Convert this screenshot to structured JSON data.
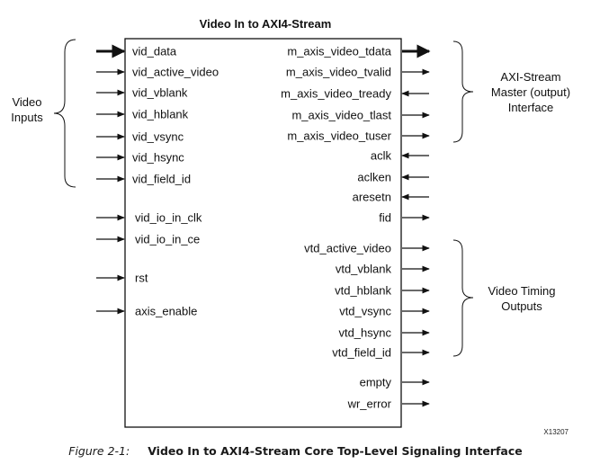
{
  "block": {
    "title": "Video In to AXI4-Stream",
    "code": "X13207"
  },
  "inputs": [
    {
      "name": "vid_data",
      "bus": true
    },
    {
      "name": "vid_active_video",
      "bus": false
    },
    {
      "name": "vid_vblank",
      "bus": false
    },
    {
      "name": "vid_hblank",
      "bus": false
    },
    {
      "name": "vid_vsync",
      "bus": false
    },
    {
      "name": "vid_hsync",
      "bus": false
    },
    {
      "name": "vid_field_id",
      "bus": false
    },
    {
      "name": "vid_io_in_clk",
      "bus": false
    },
    {
      "name": "vid_io_in_ce",
      "bus": false
    },
    {
      "name": "rst",
      "bus": false
    },
    {
      "name": "axis_enable",
      "bus": false
    }
  ],
  "outputs": [
    {
      "name": "m_axis_video_tdata",
      "dir": "out",
      "bus": true
    },
    {
      "name": "m_axis_video_tvalid",
      "dir": "out",
      "bus": false
    },
    {
      "name": "m_axis_video_tready",
      "dir": "in",
      "bus": false
    },
    {
      "name": "m_axis_video_tlast",
      "dir": "out",
      "bus": false
    },
    {
      "name": "m_axis_video_tuser",
      "dir": "out",
      "bus": false
    },
    {
      "name": "aclk",
      "dir": "in",
      "bus": false
    },
    {
      "name": "aclken",
      "dir": "in",
      "bus": false
    },
    {
      "name": "aresetn",
      "dir": "in",
      "bus": false
    },
    {
      "name": "fid",
      "dir": "out",
      "bus": false
    },
    {
      "name": "vtd_active_video",
      "dir": "out",
      "bus": false
    },
    {
      "name": "vtd_vblank",
      "dir": "out",
      "bus": false
    },
    {
      "name": "vtd_hblank",
      "dir": "out",
      "bus": false
    },
    {
      "name": "vtd_vsync",
      "dir": "out",
      "bus": false
    },
    {
      "name": "vtd_hsync",
      "dir": "out",
      "bus": false
    },
    {
      "name": "vtd_field_id",
      "dir": "out",
      "bus": false
    },
    {
      "name": "empty",
      "dir": "out",
      "bus": false
    },
    {
      "name": "wr_error",
      "dir": "out",
      "bus": false
    }
  ],
  "groups": {
    "video_inputs": [
      "Video",
      "Inputs"
    ],
    "axi_stream": [
      "AXI-Stream",
      "Master (output)",
      "Interface"
    ],
    "video_timing": [
      "Video Timing",
      "Outputs"
    ]
  },
  "caption": {
    "figure": "Figure 2-1:",
    "text": "Video In to AXI4-Stream Core Top-Level Signaling Interface"
  }
}
